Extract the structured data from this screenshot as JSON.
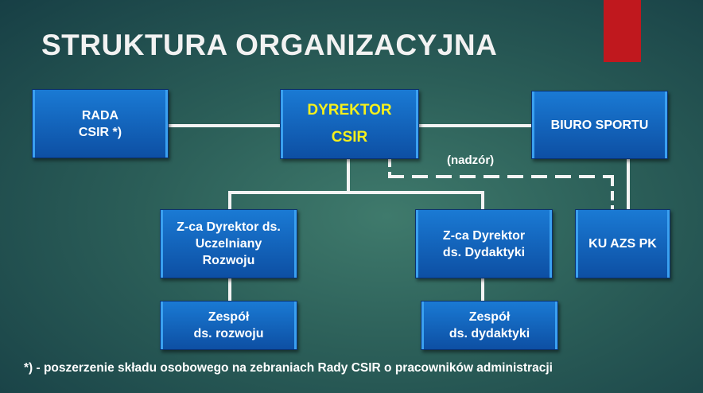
{
  "title": "STRUKTURA ORGANIZACYJNA",
  "boxes": {
    "rada": "RADA\nCSIR *)",
    "dyrektor": "DYREKTOR\nCSIR",
    "biuro": "BIURO SPORTU",
    "zca_rozwoj": "Z-ca Dyrektor ds.\nUczelniany\nRozwoju",
    "zca_dydaktyka": "Z-ca Dyrektor\nds. Dydaktyki",
    "ku_azs": "KU AZS PK",
    "zespol_rozwoj": "Zespół\nds. rozwoju",
    "zespol_dydaktyka": "Zespół\nds. dydaktyki"
  },
  "supervision_label": "(nadzór)",
  "footnote": "*) - poszerzenie składu osobowego na zebraniach Rady CSIR o pracowników administracji",
  "colors": {
    "accent": "#c0181e",
    "box": "#1366bf",
    "highlight": "#f5f01c"
  }
}
